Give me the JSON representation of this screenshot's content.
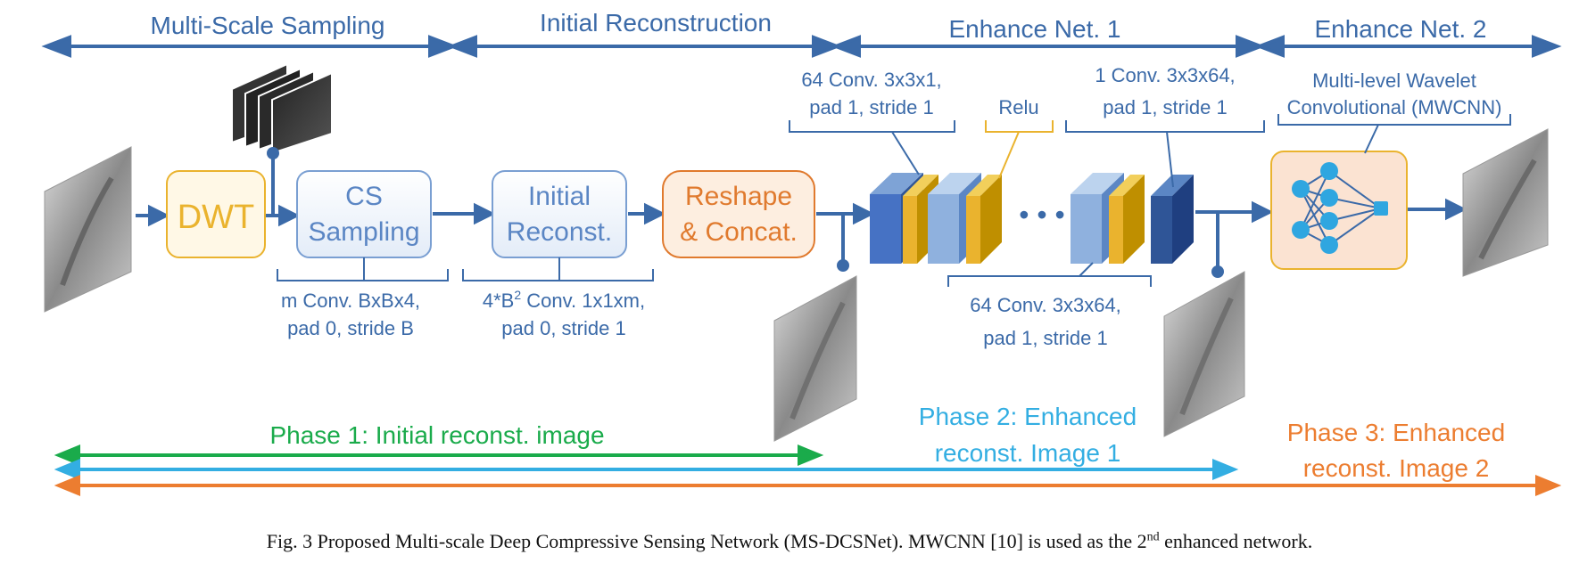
{
  "sections": {
    "multi_scale": "Multi-Scale Sampling",
    "initial_recon": "Initial Reconstruction",
    "enhance1": "Enhance Net. 1",
    "enhance2": "Enhance Net. 2"
  },
  "boxes": {
    "dwt": "DWT",
    "cs_line1": "CS",
    "cs_line2": "Sampling",
    "init_line1": "Initial",
    "init_line2": "Reconst.",
    "reshape_line1": "Reshape",
    "reshape_line2": "& Concat."
  },
  "annotations": {
    "cs_l1": "m Conv. BxBx4,",
    "cs_l2": "pad 0, stride B",
    "init_l1_a": "4*B",
    "init_l1_sup": "2",
    "init_l1_b": " Conv. 1x1xm,",
    "init_l2": "pad 0, stride 1",
    "conv64_l1": "64 Conv. 3x3x1,",
    "conv64_l2": "pad 1, stride 1",
    "relu": "Relu",
    "conv1_l1": "1 Conv. 3x3x64,",
    "conv1_l2": "pad 1, stride 1",
    "mwcnn_l1": "Multi-level Wavelet",
    "mwcnn_l2": "Convolutional (MWCNN)",
    "conv64b_l1": "64 Conv. 3x3x64,",
    "conv64b_l2": "pad 1, stride 1",
    "dots": "• • •"
  },
  "phases": {
    "p1": "Phase 1: Initial reconst. image",
    "p2_l1": "Phase 2: Enhanced",
    "p2_l2": "reconst. Image 1",
    "p3_l1": "Phase 3: Enhanced",
    "p3_l2": "reconst. Image 2"
  },
  "caption": {
    "main": "Fig. 3 Proposed Multi-scale Deep Compressive Sensing Network (MS-DCSNet). MWCNN [10] is used as the 2",
    "sup": "nd",
    "tail": " enhanced network."
  },
  "colors": {
    "blue": "#3b6aa8",
    "green": "#1aab4b",
    "cyan": "#33aee2",
    "orange": "#ec7d30",
    "gold": "#eab32e"
  }
}
